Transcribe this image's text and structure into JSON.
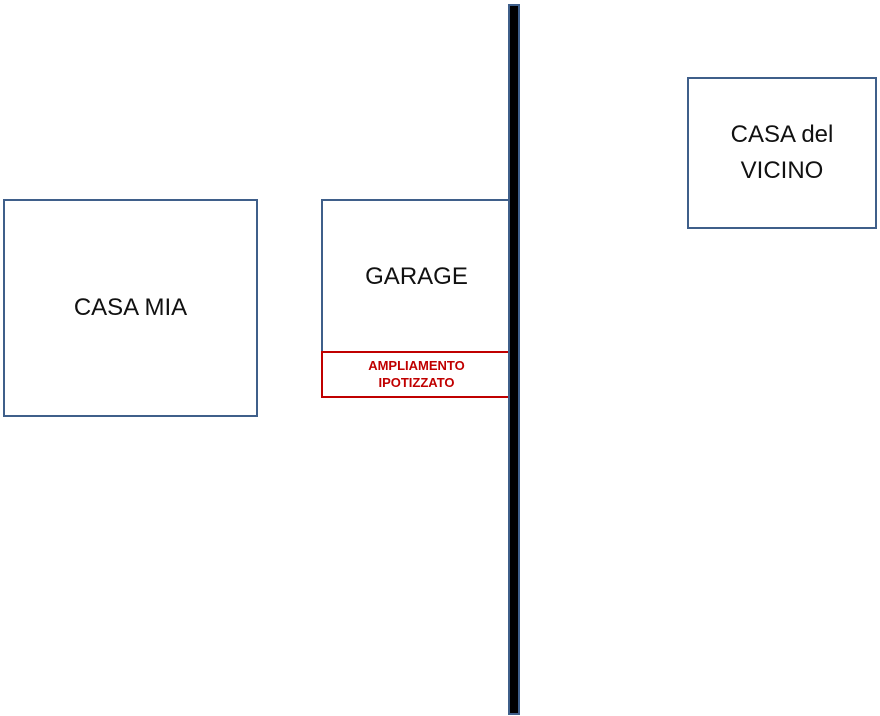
{
  "labels": {
    "casa_mia": "CASA MIA",
    "garage": "GARAGE",
    "ampliamento": "AMPLIAMENTO\nIPOTIZZATO",
    "casa_vicino": "CASA del\nVICINO"
  },
  "colors": {
    "building_border": "#3F5F8A",
    "extension_border": "#C00000",
    "extension_text": "#C00000",
    "boundary_line": "#000000"
  }
}
